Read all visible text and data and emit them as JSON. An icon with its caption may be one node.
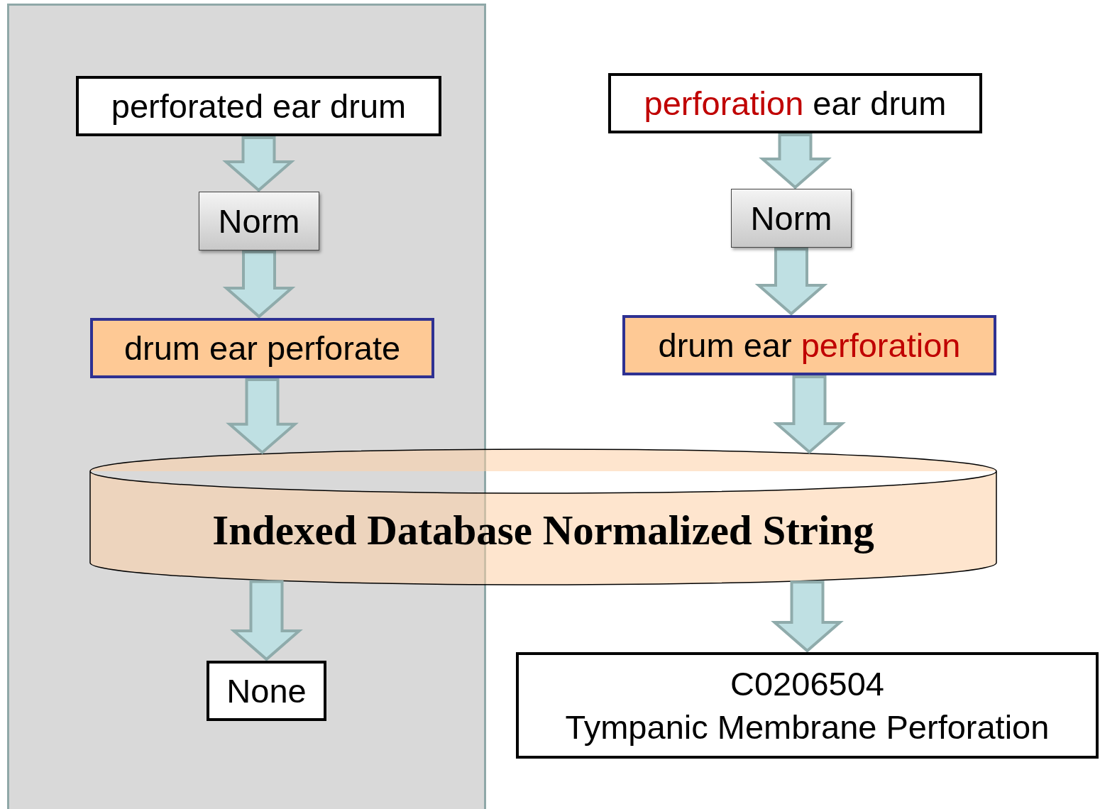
{
  "diagram": {
    "nodes": [
      {
        "text": [],
        "shape": "box"
      },
      {
        "text": [
          "perforated ear drum"
        ],
        "in": 0
      },
      {
        "text": [
          "Norm"
        ],
        "in": 0
      },
      {
        "text": [
          "drum ear perforate"
        ],
        "in": 0
      },
      {
        "text": [
          "None"
        ],
        "in": 0
      },
      {
        "text": [
          "*perforation* ear drum"
        ]
      },
      {
        "text": [
          "Norm"
        ]
      },
      {
        "text": [
          "drum ear *perforation*"
        ]
      },
      {
        "text": [
          "Indexed Database Normalized String"
        ]
      },
      {
        "text": [
          "C0206504",
          "Tympanic Membrane Perforation"
        ]
      }
    ],
    "edges": [
      {
        "from": 1,
        "to": 2,
        "arrow": "to"
      },
      {
        "from": 2,
        "to": 3,
        "arrow": "to"
      },
      {
        "from": 3,
        "to": 8,
        "arrow": "to"
      },
      {
        "from": 8,
        "to": 4,
        "arrow": "to"
      },
      {
        "from": 5,
        "to": 6,
        "arrow": "to"
      },
      {
        "from": 6,
        "to": 7,
        "arrow": "to"
      },
      {
        "from": 7,
        "to": 8,
        "arrow": "to"
      },
      {
        "from": 8,
        "to": 9,
        "arrow": "to"
      }
    ]
  }
}
